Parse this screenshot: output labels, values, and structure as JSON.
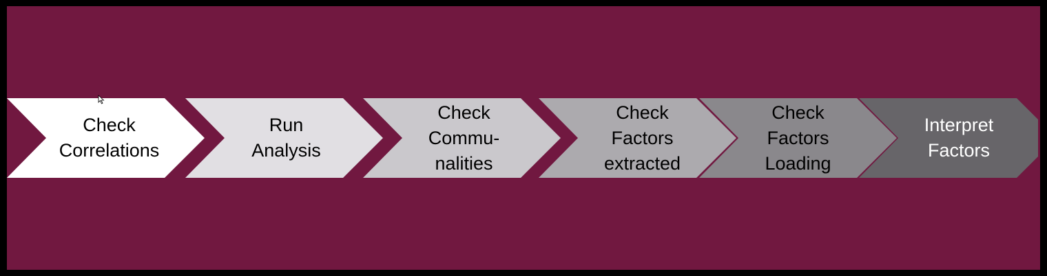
{
  "steps": [
    {
      "label": "Check\nCorrelations",
      "fill": "#ffffff",
      "text_color": "#000000"
    },
    {
      "label": "Run\nAnalysis",
      "fill": "#e1dfe3",
      "text_color": "#000000"
    },
    {
      "label": "Check\nCommu-\nnalities",
      "fill": "#cac8cc",
      "text_color": "#000000"
    },
    {
      "label": "Check\nFactors\nextracted",
      "fill": "#acaaae",
      "text_color": "#000000"
    },
    {
      "label": "Check\nFactors\nLoading",
      "fill": "#8a888c",
      "text_color": "#000000"
    },
    {
      "label": "Interpret\nFactors",
      "fill": "#676569",
      "text_color": "#ffffff"
    }
  ],
  "colors": {
    "background": "#711840",
    "frame": "#000000"
  }
}
